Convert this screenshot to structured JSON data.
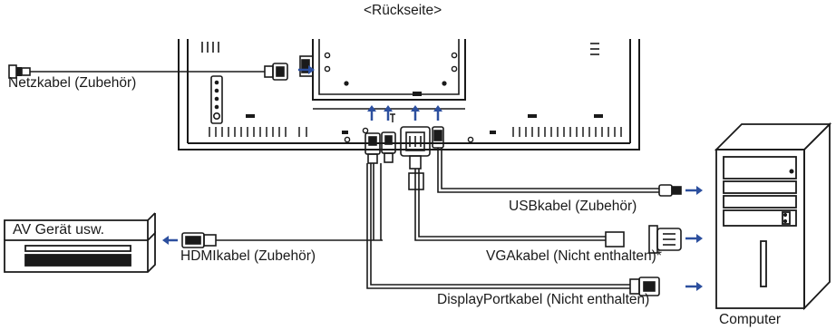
{
  "rear_title": "<Rückseite>",
  "cables": {
    "power": "Netzkabel (Zubehör)",
    "usb": "USBkabel (Zubehör)",
    "hdmi": "HDMIkabel (Zubehör)",
    "vga": "VGAkabel (Nicht enthalten)*",
    "displayport": "DisplayPortkabel (Nicht enthalten)"
  },
  "devices": {
    "av_device": "AV Gerät usw.",
    "computer": "Computer"
  },
  "colors": {
    "line": "#1a1a1a",
    "arrow": "#2c4f9e",
    "background": "#ffffff"
  }
}
